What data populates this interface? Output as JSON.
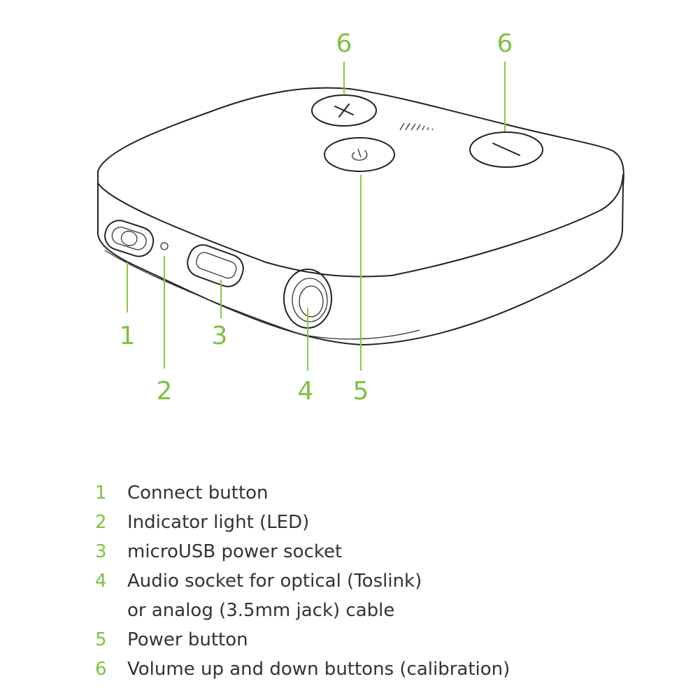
{
  "callouts": {
    "volume_up": "6",
    "volume_down": "6",
    "connect": "1",
    "led": "2",
    "usb": "3",
    "audio": "4",
    "power": "5"
  },
  "legend": [
    {
      "num": "1",
      "text": "Connect button"
    },
    {
      "num": "2",
      "text": "Indicator light (LED)"
    },
    {
      "num": "3",
      "text": "microUSB power socket"
    },
    {
      "num": "4",
      "text": "Audio socket for optical (Toslink)",
      "text2": "or analog (3.5mm jack) cable"
    },
    {
      "num": "5",
      "text": "Power button"
    },
    {
      "num": "6",
      "text": "Volume up and down buttons (calibration)"
    }
  ],
  "colors": {
    "accent": "#7dc242",
    "line": "#222222",
    "text": "#333333"
  }
}
